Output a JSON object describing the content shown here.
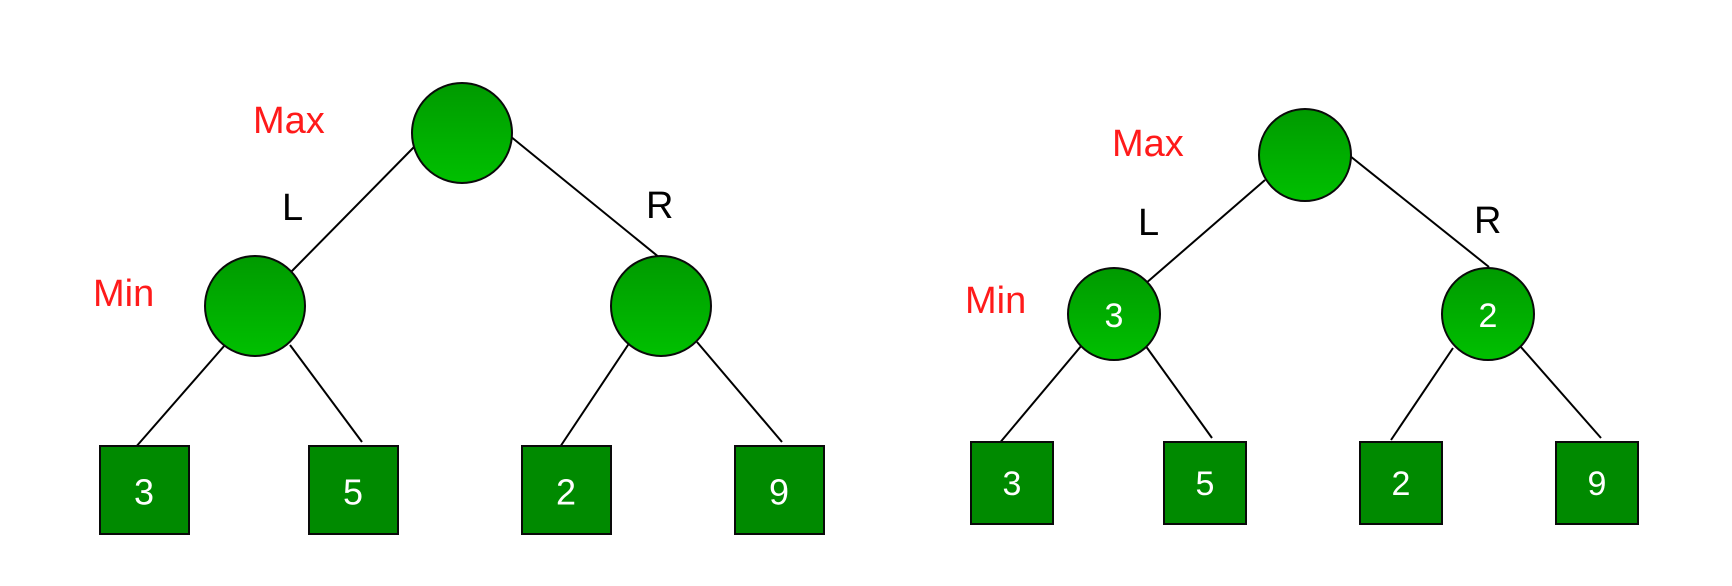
{
  "colors": {
    "label_red": "#ff1a1a",
    "node_green_top": "#009a00",
    "node_green_bottom": "#00c000",
    "leaf_green": "#008a00",
    "edge": "#000000"
  },
  "trees": [
    {
      "level_labels": {
        "max": "Max",
        "min": "Min"
      },
      "branch_labels": {
        "left": "L",
        "right": "R"
      },
      "min_values": [
        "",
        ""
      ],
      "leaves": [
        "3",
        "5",
        "2",
        "9"
      ]
    },
    {
      "level_labels": {
        "max": "Max",
        "min": "Min"
      },
      "branch_labels": {
        "left": "L",
        "right": "R"
      },
      "min_values": [
        "3",
        "2"
      ],
      "leaves": [
        "3",
        "5",
        "2",
        "9"
      ]
    }
  ]
}
